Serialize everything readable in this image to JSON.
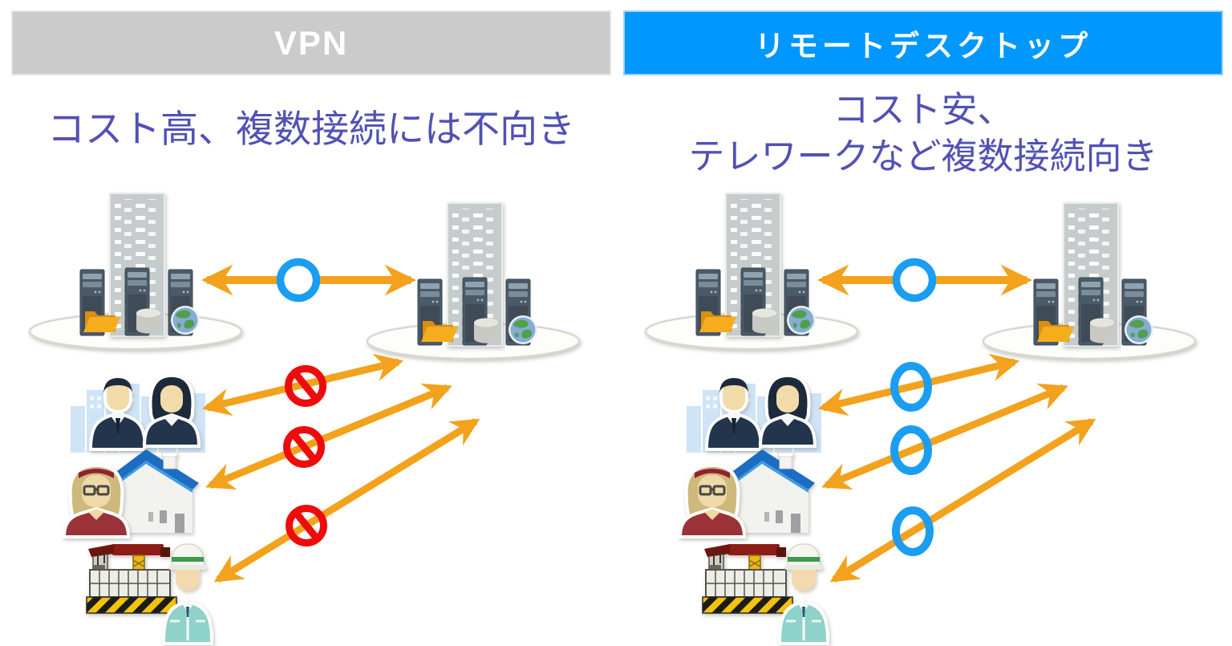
{
  "panels": {
    "vpn": {
      "title": "VPN",
      "subtitle_lines": [
        "コスト高、複数接続には不向き"
      ],
      "header_bg": "#CBCBCB",
      "nodes": {
        "site_a": "server-building",
        "site_b": "server-building",
        "users": [
          "office-workers",
          "home-worker",
          "construction-worker"
        ]
      },
      "site_to_site_link": "allowed",
      "user_links": [
        "blocked",
        "blocked",
        "blocked"
      ],
      "site_mark_symbol": "sym-ok-c",
      "user_mark_symbol": "sym-no"
    },
    "remote_desktop": {
      "title": "リモートデスクトップ",
      "subtitle_lines": [
        "コスト安、",
        "テレワークなど複数接続向き"
      ],
      "header_bg": "#0098FE",
      "nodes": {
        "site_a": "server-building",
        "site_b": "server-building",
        "users": [
          "office-workers",
          "home-worker",
          "construction-worker"
        ]
      },
      "site_to_site_link": "allowed",
      "user_links": [
        "allowed",
        "allowed",
        "allowed"
      ],
      "site_mark_symbol": "sym-ok-c",
      "user_mark_symbol": "sym-ok-v"
    }
  },
  "colors": {
    "vpn_header_bg": "#CBCBCB",
    "remote_header_bg": "#0098FE",
    "header_text": "#FFFFFF",
    "subtitle_text": "#5151B5",
    "arrow_orange": "#F2A21C",
    "ok_ring_blue": "#1B9DF1",
    "no_entry_red": "#ED0C0C",
    "background": "#FFFFFF"
  }
}
